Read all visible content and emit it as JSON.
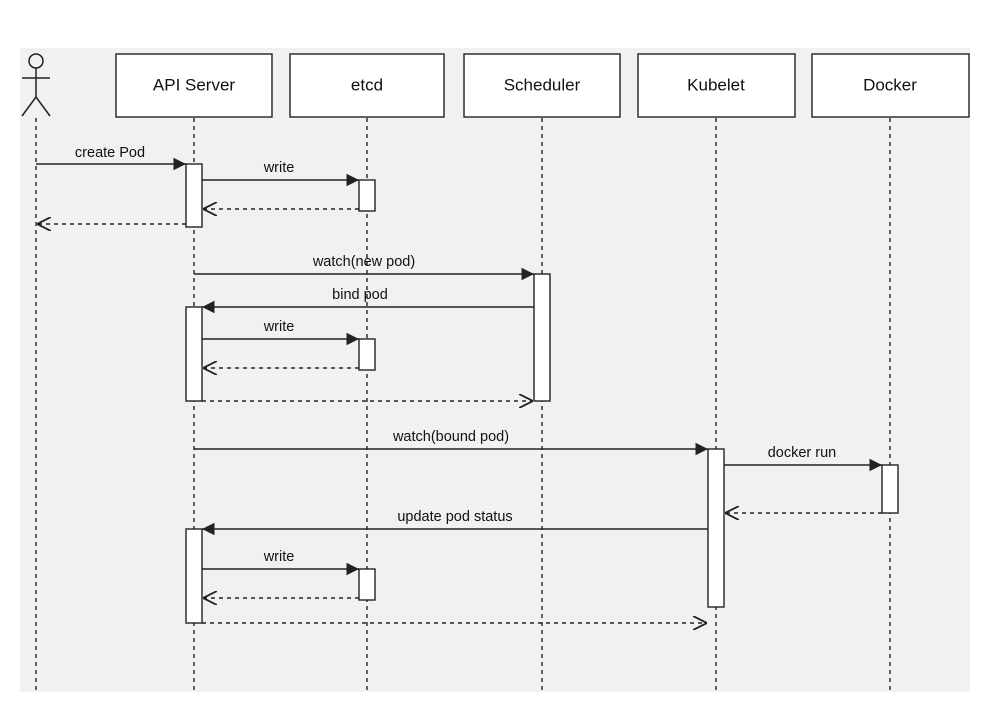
{
  "diagram": {
    "participants": [
      {
        "id": "user",
        "label": ""
      },
      {
        "id": "api",
        "label": "API Server"
      },
      {
        "id": "etcd",
        "label": "etcd"
      },
      {
        "id": "scheduler",
        "label": "Scheduler"
      },
      {
        "id": "kubelet",
        "label": "Kubelet"
      },
      {
        "id": "docker",
        "label": "Docker"
      }
    ],
    "messages": [
      {
        "from": "user",
        "to": "api",
        "label": "create Pod",
        "kind": "call"
      },
      {
        "from": "api",
        "to": "etcd",
        "label": "write",
        "kind": "call"
      },
      {
        "from": "etcd",
        "to": "api",
        "label": "",
        "kind": "return"
      },
      {
        "from": "api",
        "to": "user",
        "label": "",
        "kind": "return"
      },
      {
        "from": "api",
        "to": "scheduler",
        "label": "watch(new pod)",
        "kind": "call"
      },
      {
        "from": "scheduler",
        "to": "api",
        "label": "bind pod",
        "kind": "call"
      },
      {
        "from": "api",
        "to": "etcd",
        "label": "write",
        "kind": "call"
      },
      {
        "from": "etcd",
        "to": "api",
        "label": "",
        "kind": "return"
      },
      {
        "from": "api",
        "to": "scheduler",
        "label": "",
        "kind": "return"
      },
      {
        "from": "api",
        "to": "kubelet",
        "label": "watch(bound pod)",
        "kind": "call"
      },
      {
        "from": "kubelet",
        "to": "docker",
        "label": "docker run",
        "kind": "call"
      },
      {
        "from": "docker",
        "to": "kubelet",
        "label": "",
        "kind": "return"
      },
      {
        "from": "kubelet",
        "to": "api",
        "label": "update pod status",
        "kind": "call"
      },
      {
        "from": "api",
        "to": "etcd",
        "label": "write",
        "kind": "call"
      },
      {
        "from": "etcd",
        "to": "api",
        "label": "",
        "kind": "return"
      },
      {
        "from": "api",
        "to": "kubelet",
        "label": "",
        "kind": "return"
      }
    ]
  }
}
